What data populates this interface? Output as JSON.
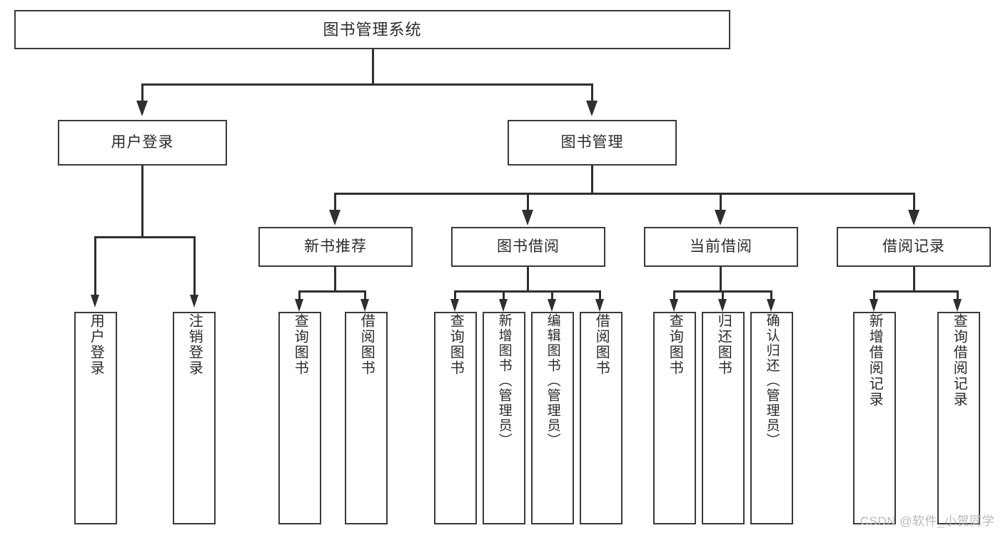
{
  "diagram": {
    "type": "tree-hierarchy",
    "title": "图书管理系统",
    "watermark": "CSDN @软件_小贺同学",
    "colors": {
      "box_border": "#3a3a3a",
      "connector": "#2f2f2f",
      "text": "#2b2b2b",
      "background": "#ffffff",
      "watermark": "#b9b9b9"
    },
    "root": {
      "label": "图书管理系统"
    },
    "level2": [
      {
        "id": "user-login",
        "label": "用户登录"
      },
      {
        "id": "book-manage",
        "label": "图书管理"
      }
    ],
    "level3": [
      {
        "id": "new-book-recommend",
        "label": "新书推荐"
      },
      {
        "id": "book-borrow",
        "label": "图书借阅"
      },
      {
        "id": "current-borrow",
        "label": "当前借阅"
      },
      {
        "id": "borrow-record",
        "label": "借阅记录"
      }
    ],
    "leaves": {
      "user_login": [
        {
          "id": "leaf-user-login",
          "label": "用户登录"
        },
        {
          "id": "leaf-logout-login",
          "label": "注销登录"
        }
      ],
      "new_book_recommend": [
        {
          "id": "leaf-query-book-1",
          "label": "查询图书"
        },
        {
          "id": "leaf-borrow-book-1",
          "label": "借阅图书"
        }
      ],
      "book_borrow": [
        {
          "id": "leaf-query-book-2",
          "label": "查询图书"
        },
        {
          "id": "leaf-add-book",
          "label": "新增图书（管理员）"
        },
        {
          "id": "leaf-edit-book",
          "label": "编辑图书（管理员）"
        },
        {
          "id": "leaf-borrow-book-2",
          "label": "借阅图书"
        }
      ],
      "current_borrow": [
        {
          "id": "leaf-query-book-3",
          "label": "查询图书"
        },
        {
          "id": "leaf-return-book",
          "label": "归还图书"
        },
        {
          "id": "leaf-confirm-return",
          "label": "确认归还（管理员）"
        }
      ],
      "borrow_record": [
        {
          "id": "leaf-add-borrow-record",
          "label": "新增借阅记录"
        },
        {
          "id": "leaf-query-borrow-record",
          "label": "查询借阅记录"
        }
      ]
    }
  }
}
